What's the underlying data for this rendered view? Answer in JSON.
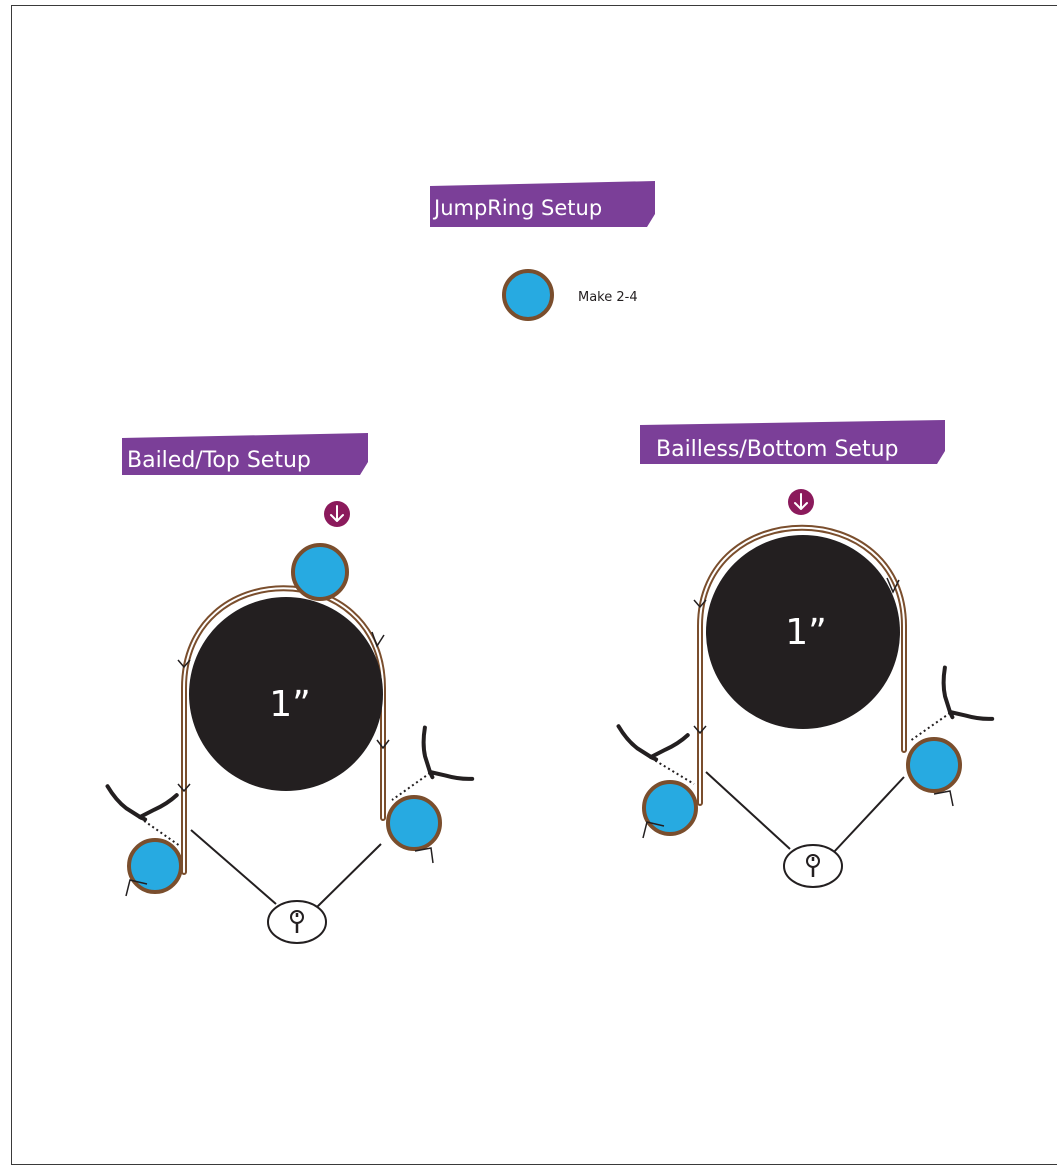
{
  "jumpring_setup": {
    "title": "JumpRing Setup",
    "note": "Make 2-4"
  },
  "bailed_top_setup": {
    "title": "Bailed/Top Setup",
    "mandrel_label": "1”"
  },
  "bailless_bottom_setup": {
    "title": "Bailless/Bottom Setup",
    "mandrel_label": "1”"
  },
  "colors": {
    "banner": "#7b3f98",
    "marker": "#8b1a5c",
    "ring_fill": "#27aae1",
    "wire": "#7a4e2d",
    "mandrel": "#231f20"
  },
  "icons": [
    "down-arrow-icon",
    "pliers-icon",
    "spiral-icon"
  ]
}
